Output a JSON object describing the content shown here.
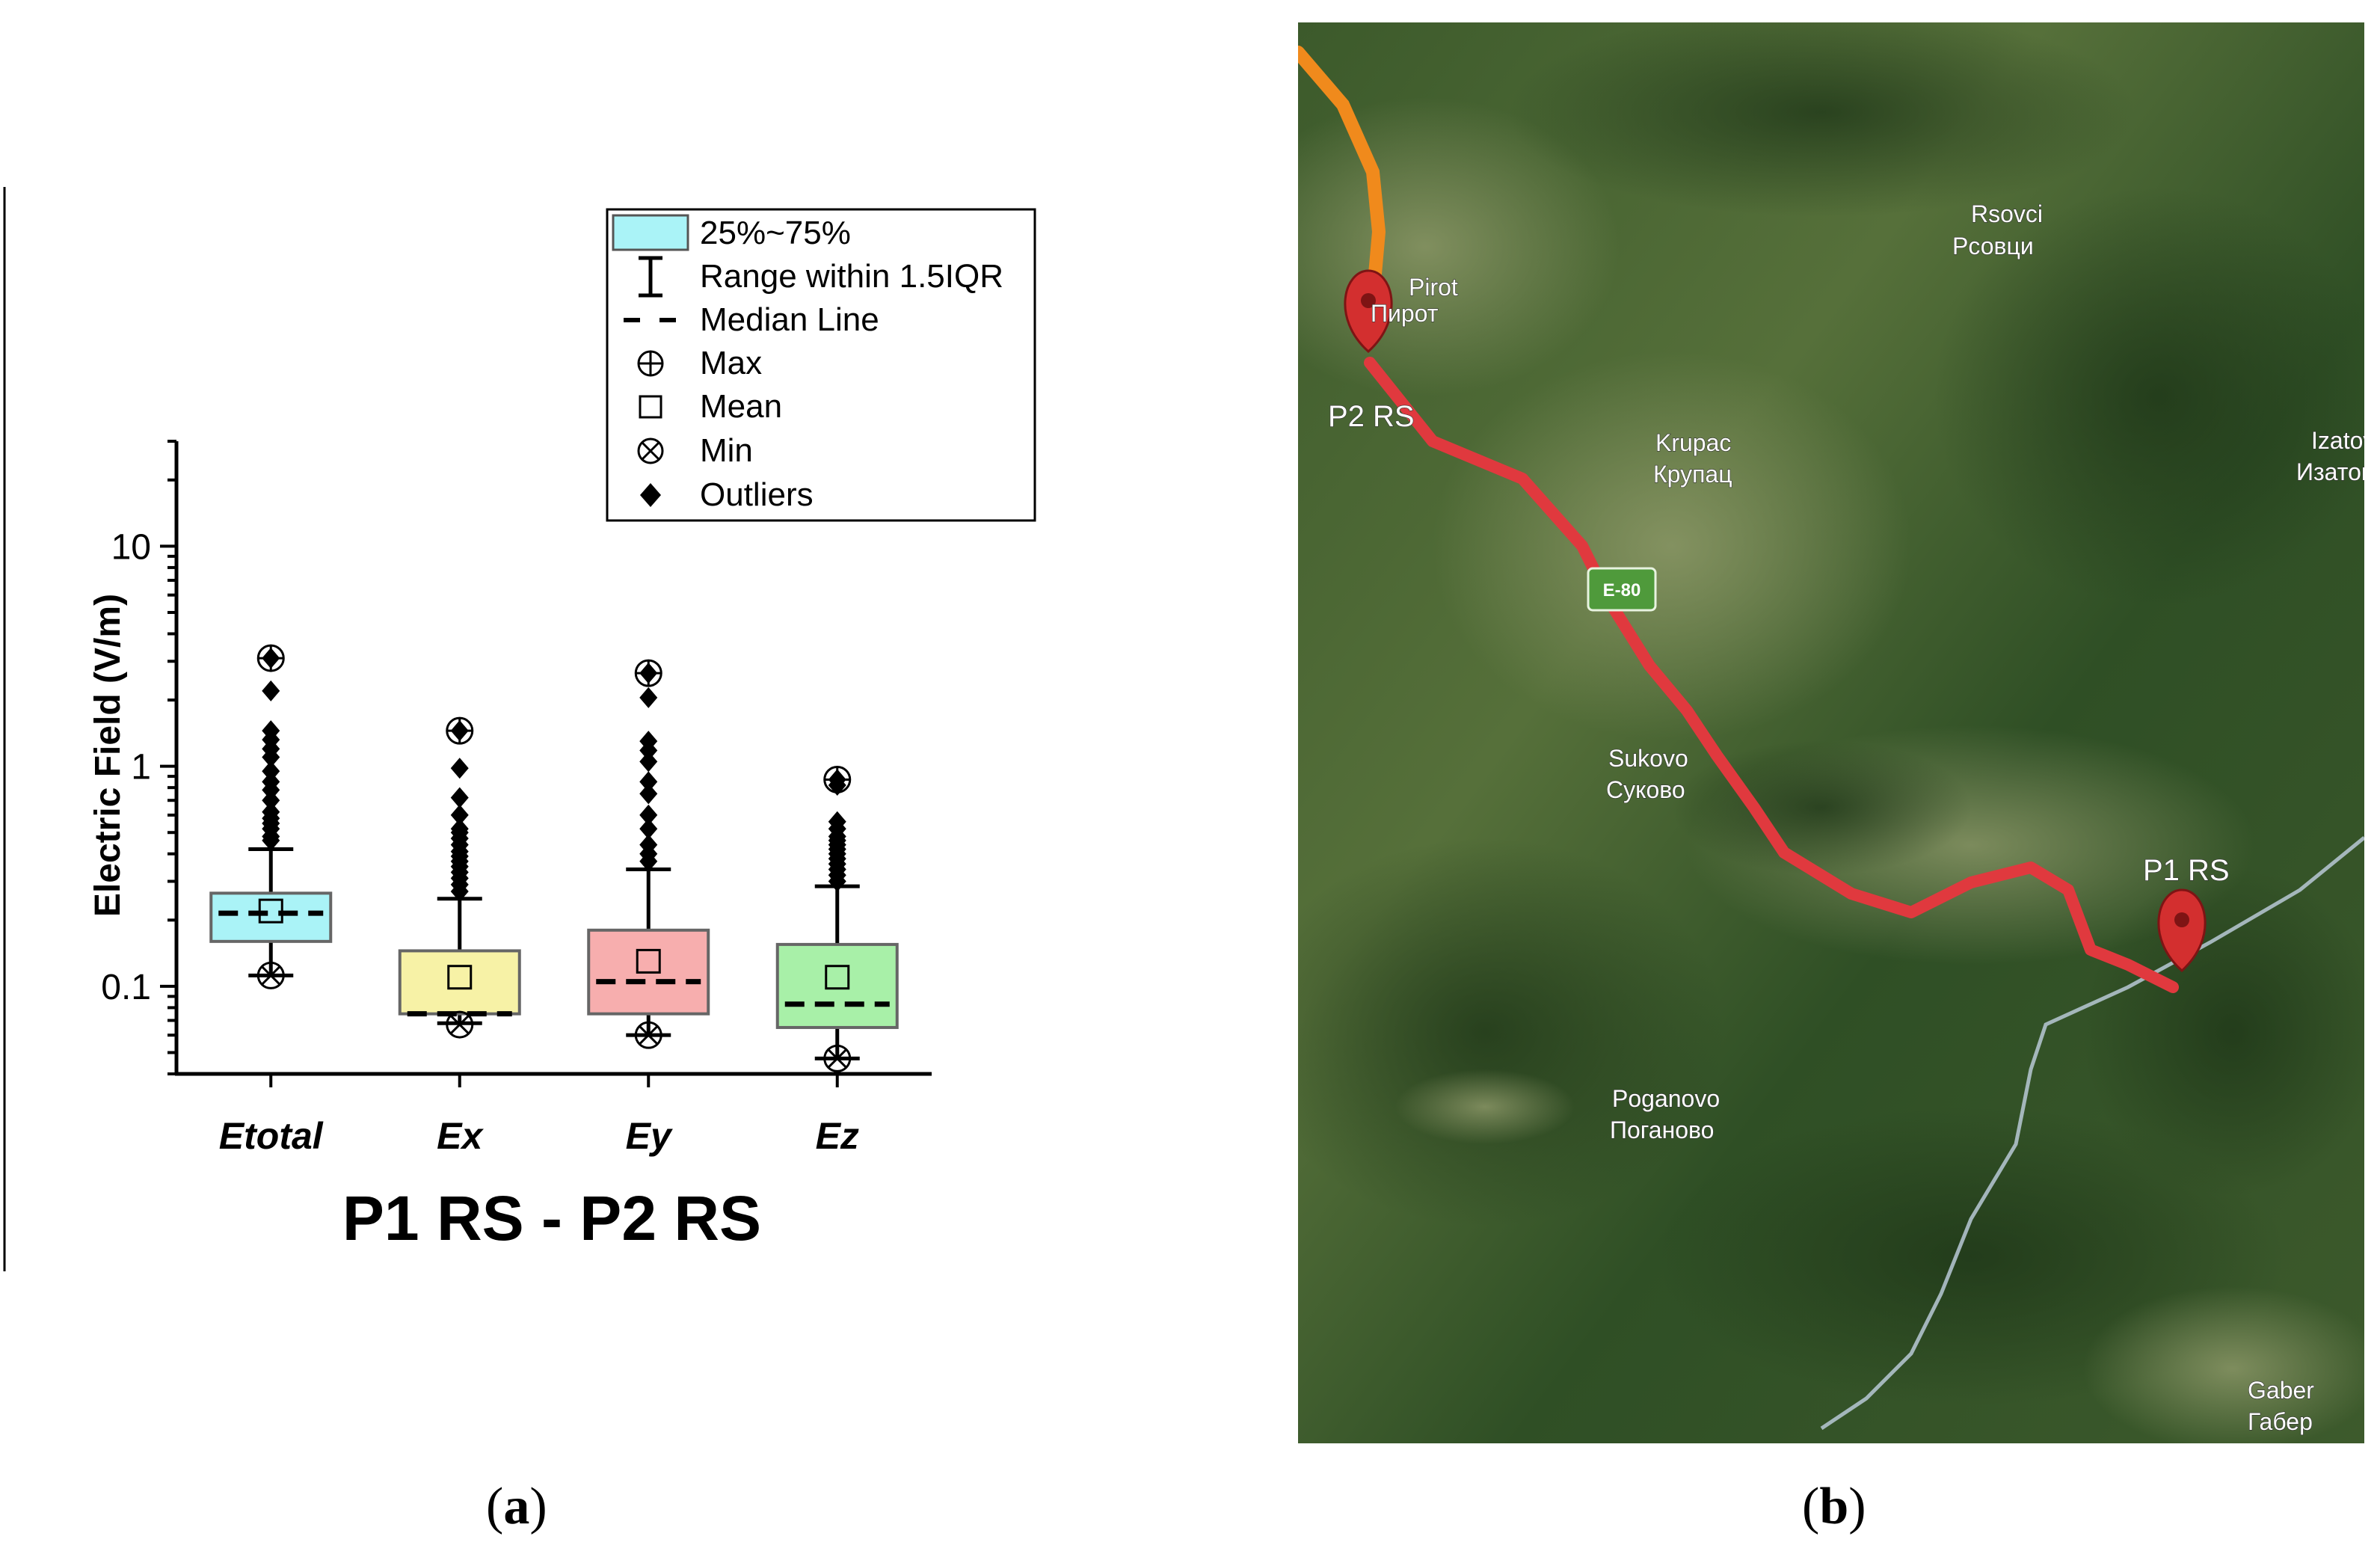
{
  "chart_data": {
    "type": "box",
    "title": "P1 RS - P2 RS",
    "ylabel": "Electric Field (V/m)",
    "xlabel": "",
    "yscale": "log",
    "ylim": [
      0.04,
      30
    ],
    "yticks": [
      0.1,
      1,
      10
    ],
    "ytick_labels": [
      "0.1",
      "1",
      "10"
    ],
    "legend_position": "top-right",
    "legend": [
      "25%~75%",
      "Range within 1.5IQR",
      "Median Line",
      "Max",
      "Mean",
      "Min",
      "Outliers"
    ],
    "categories": [
      "Etotal",
      "Ex",
      "Ey",
      "Ez"
    ],
    "colors": [
      "#aaf3f7",
      "#f7f2a6",
      "#f7aeae",
      "#a8f0a8"
    ],
    "series": [
      {
        "name": "Etotal",
        "q1": 0.16,
        "median": 0.215,
        "q3": 0.265,
        "mean": 0.22,
        "whisker_low": 0.112,
        "whisker_high": 0.42,
        "min": 0.112,
        "max": 3.1,
        "outliers": [
          3.1,
          2.2,
          1.45,
          1.32,
          1.2,
          1.1,
          0.95,
          0.85,
          0.78,
          0.7,
          0.62,
          0.58,
          0.55,
          0.52,
          0.48,
          0.46
        ]
      },
      {
        "name": "Ex",
        "q1": 0.075,
        "median": 0.075,
        "q3": 0.145,
        "mean": 0.11,
        "whisker_low": 0.068,
        "whisker_high": 0.25,
        "min": 0.067,
        "max": 1.45,
        "outliers": [
          1.45,
          0.98,
          0.72,
          0.6,
          0.52,
          0.5,
          0.47,
          0.44,
          0.41,
          0.39,
          0.37,
          0.35,
          0.33,
          0.31,
          0.29,
          0.27
        ]
      },
      {
        "name": "Ey",
        "q1": 0.075,
        "median": 0.105,
        "q3": 0.18,
        "mean": 0.13,
        "whisker_low": 0.06,
        "whisker_high": 0.34,
        "min": 0.06,
        "max": 2.65,
        "outliers": [
          2.65,
          2.05,
          1.3,
          1.18,
          1.05,
          0.85,
          0.75,
          0.6,
          0.52,
          0.44,
          0.4,
          0.37
        ]
      },
      {
        "name": "Ez",
        "q1": 0.065,
        "median": 0.083,
        "q3": 0.155,
        "mean": 0.11,
        "whisker_low": 0.047,
        "whisker_high": 0.285,
        "min": 0.047,
        "max": 0.87,
        "outliers": [
          0.87,
          0.82,
          0.56,
          0.52,
          0.48,
          0.46,
          0.44,
          0.42,
          0.4,
          0.38,
          0.36,
          0.34,
          0.32,
          0.3
        ]
      }
    ]
  },
  "map": {
    "places": [
      {
        "lat": "Pirot",
        "cyr": "Пирот"
      },
      {
        "lat": "Rsovci",
        "cyr": "Рсовци"
      },
      {
        "lat": "Krupac",
        "cyr": "Крупац"
      },
      {
        "lat": "Izatovci",
        "cyr": "Изатовци"
      },
      {
        "lat": "Sukovo",
        "cyr": "Суково"
      },
      {
        "lat": "Poganovo",
        "cyr": "Поганово"
      },
      {
        "lat": "Gaber",
        "cyr": "Габер"
      }
    ],
    "markers": [
      "P2 RS",
      "P1 RS"
    ],
    "road_label": "E-80",
    "colors": {
      "route": "#e0393e",
      "road": "#f08a1c",
      "marker": "#d32f2f",
      "shield": "#4f9a3b"
    }
  },
  "panel_labels": {
    "a": "a",
    "b": "b"
  }
}
